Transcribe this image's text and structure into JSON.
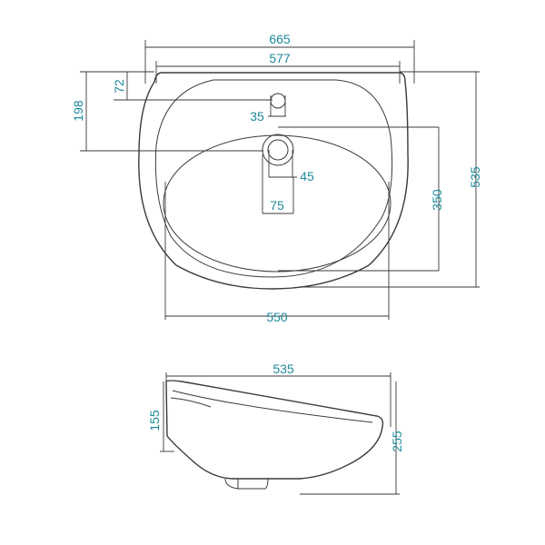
{
  "colors": {
    "outline": "#3a3a3a",
    "dimension_text": "#1f8a9a",
    "background": "#ffffff"
  },
  "top_view": {
    "width_outer": "665",
    "width_inner": "577",
    "faucet_hole_offset": "72",
    "drain_offset": "198",
    "faucet_hole_diameter": "35",
    "drain_diameter": "45",
    "drain_flange": "75",
    "bowl_depth": "350",
    "total_depth": "535",
    "bowl_width": "550"
  },
  "side_view": {
    "length": "535",
    "rim_height": "155",
    "total_height": "255"
  }
}
